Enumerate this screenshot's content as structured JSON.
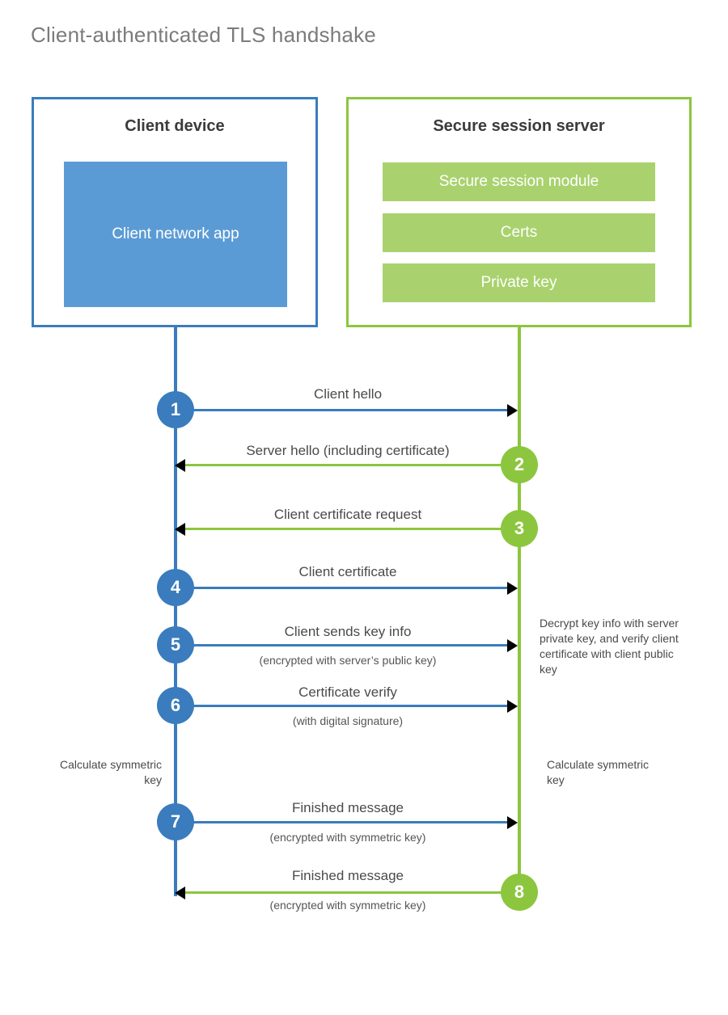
{
  "title": "Client-authenticated TLS handshake",
  "colors": {
    "client_blue": "#3a7cbd",
    "client_app_fill": "#5b9bd5",
    "server_green": "#8cc63e",
    "server_bar_fill": "#a9d26e",
    "title_gray": "#7b7b7b",
    "text_dark": "#3b3b3b"
  },
  "client": {
    "title": "Client device",
    "app_label": "Client network app"
  },
  "server": {
    "title": "Secure session server",
    "bars": [
      {
        "label": "Secure session module"
      },
      {
        "label": "Certs"
      },
      {
        "label": "Private key"
      }
    ]
  },
  "steps": [
    {
      "number": "1",
      "label": "Client hello",
      "sub": "",
      "from": "client",
      "direction": "right",
      "color": "blue"
    },
    {
      "number": "2",
      "label": "Server hello (including certificate)",
      "sub": "",
      "from": "server",
      "direction": "left",
      "color": "green"
    },
    {
      "number": "3",
      "label": "Client certificate request",
      "sub": "",
      "from": "server",
      "direction": "left",
      "color": "green"
    },
    {
      "number": "4",
      "label": "Client certificate",
      "sub": "",
      "from": "client",
      "direction": "right",
      "color": "blue"
    },
    {
      "number": "5",
      "label": "Client sends key info",
      "sub": "(encrypted with server’s public key)",
      "from": "client",
      "direction": "right",
      "color": "blue"
    },
    {
      "number": "6",
      "label": "Certificate verify",
      "sub": "(with digital signature)",
      "from": "client",
      "direction": "right",
      "color": "blue"
    },
    {
      "number": "7",
      "label": "Finished message",
      "sub": "(encrypted with symmetric key)",
      "from": "client",
      "direction": "right",
      "color": "blue"
    },
    {
      "number": "8",
      "label": "Finished message",
      "sub": "(encrypted with symmetric key)",
      "from": "server",
      "direction": "left",
      "color": "green"
    }
  ],
  "notes": {
    "server_decrypt": "Decrypt key info with server private key, and verify client certificate with client public key",
    "client_calculate": "Calculate symmetric key",
    "server_calculate": "Calculate symmetric key"
  }
}
